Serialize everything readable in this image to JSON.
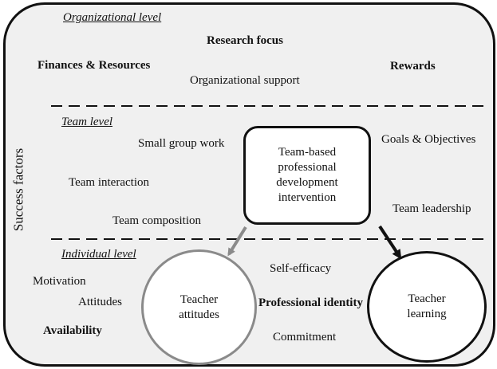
{
  "organizational": {
    "level_label": "Organizational level",
    "research_focus": "Research focus",
    "finances": "Finances & Resources",
    "rewards": "Rewards",
    "org_support": "Organizational support"
  },
  "team": {
    "level_label": "Team level",
    "small_group": "Small group work",
    "goals": "Goals & Objectives",
    "interaction": "Team interaction",
    "leadership": "Team leadership",
    "composition": "Team composition"
  },
  "center_box": {
    "label": "Team-based\nprofessional\ndevelopment\nintervention"
  },
  "individual": {
    "level_label": "Individual level",
    "self_efficacy": "Self-efficacy",
    "motivation": "Motivation",
    "attitudes": "Attitudes",
    "availability": "Availability",
    "professional_identity": "Professional identity",
    "commitment": "Commitment"
  },
  "outcomes": {
    "teacher_attitudes": "Teacher\nattitudes",
    "teacher_learning": "Teacher\nlearning"
  },
  "side_label": "Success factors",
  "colors": {
    "outer_fill": "#f0f0f0",
    "line": "#111111",
    "gray_arrow": "#8a8a8a"
  }
}
